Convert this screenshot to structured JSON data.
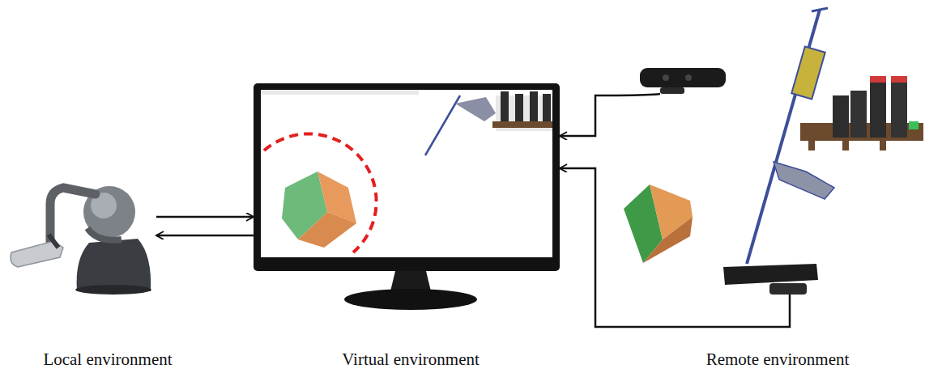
{
  "diagram": {
    "nodes": [
      {
        "text": [
          "Local environment"
        ]
      },
      {
        "text": [
          "Virtual environment"
        ]
      },
      {
        "text": [
          "Remote environment"
        ]
      }
    ],
    "edges": [
      {
        "from": 0,
        "to": 1,
        "arrow": "to"
      },
      {
        "from": 1,
        "to": 0,
        "arrow": "to"
      },
      {
        "from": 2,
        "to": 1,
        "arrow": "to"
      },
      {
        "from": 2,
        "to": 1,
        "arrow": "to"
      }
    ]
  }
}
